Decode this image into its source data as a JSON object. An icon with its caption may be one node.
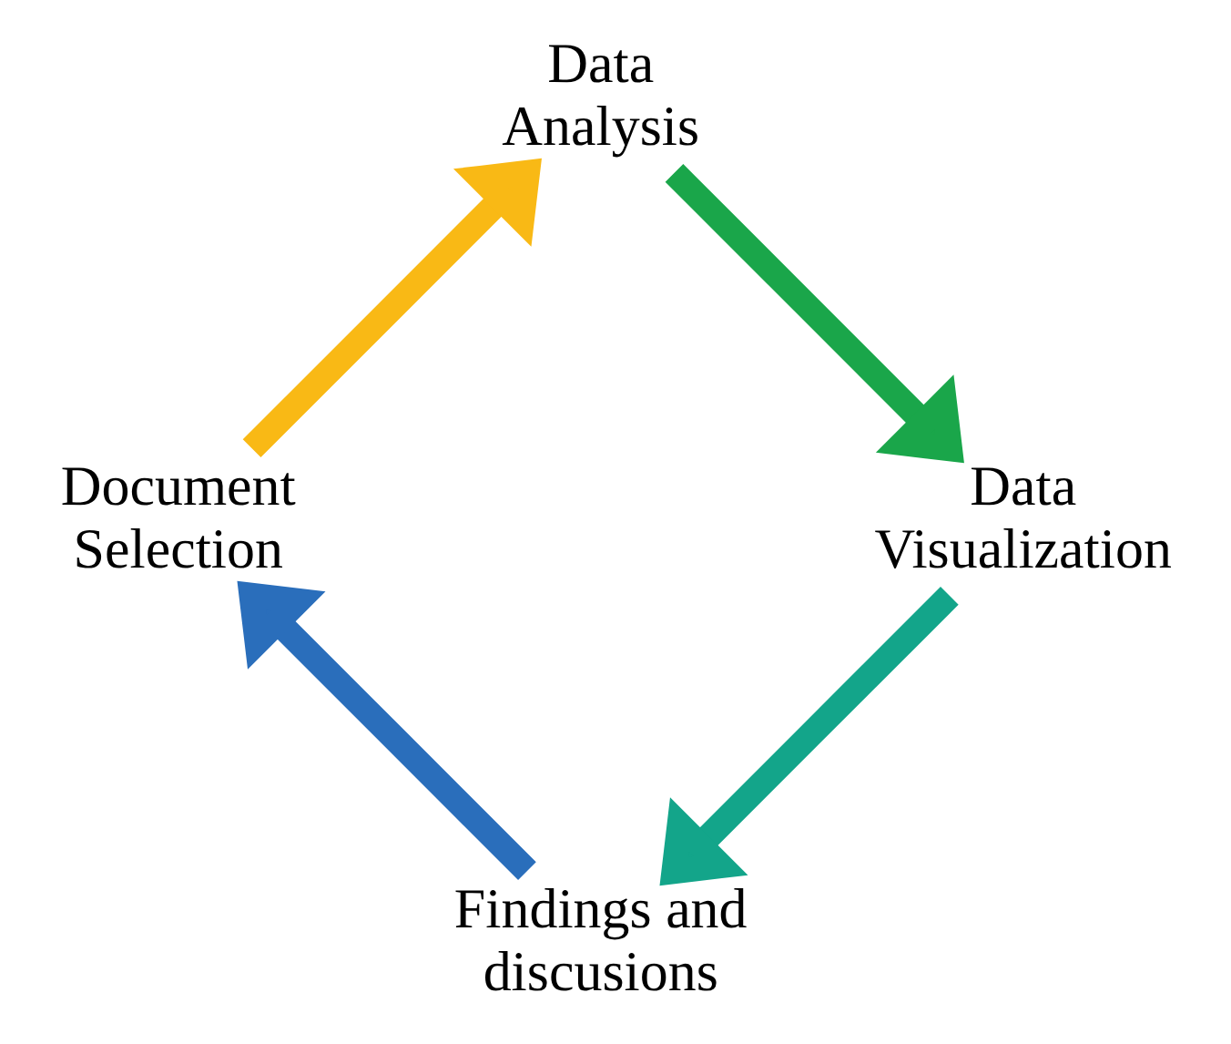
{
  "diagram": {
    "nodes": [
      {
        "text": [
          "Findings and discusions"
        ]
      },
      {
        "text": [
          "Document Selection"
        ]
      },
      {
        "text": [
          "Data Analysis"
        ]
      },
      {
        "text": [
          "Data Visualization"
        ]
      }
    ],
    "edges": [
      {
        "from": 0,
        "to": 1,
        "arrow": "to",
        "color": "#2a6ebb"
      },
      {
        "from": 1,
        "to": 2,
        "arrow": "to",
        "color": "#f9b915"
      },
      {
        "from": 2,
        "to": 3,
        "arrow": "to",
        "color": "#1aa64a"
      },
      {
        "from": 3,
        "to": 0,
        "arrow": "to",
        "color": "#13a58a"
      }
    ]
  }
}
